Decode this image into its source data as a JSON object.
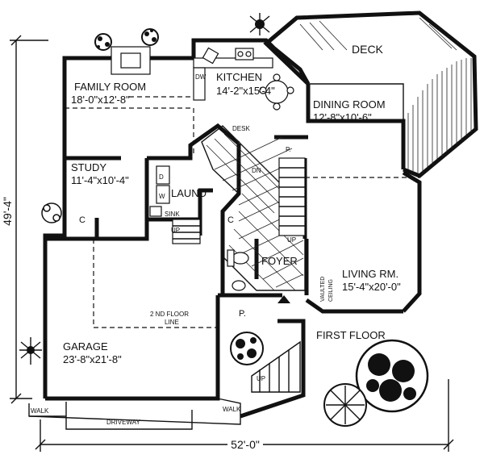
{
  "floor_label": "FIRST FLOOR",
  "dimensions": {
    "width": "52'-0\"",
    "depth": "49'-4\""
  },
  "rooms": {
    "deck": {
      "name": "DECK"
    },
    "family_room": {
      "name": "FAMILY ROOM",
      "size": "18'-0\"x12'-8\""
    },
    "kitchen": {
      "name": "KITCHEN",
      "size": "14'-2\"x15'-4\""
    },
    "dining_room": {
      "name": "DINING ROOM",
      "size": "12'-8\"x10'-6\""
    },
    "study": {
      "name": "STUDY",
      "size": "11'-4\"x10'-4\""
    },
    "laundry": {
      "name": "LAUND"
    },
    "foyer": {
      "name": "FOYER"
    },
    "living_room": {
      "name": "LIVING RM.",
      "size": "15'-4\"x20'-0\""
    },
    "garage": {
      "name": "GARAGE",
      "size": "23'-8\"x21'-8\""
    }
  },
  "labels": {
    "dw": "DW",
    "desk": "DESK",
    "dn": "DN",
    "d": "D",
    "w": "W",
    "sink": "SINK",
    "up_laundry": "UP",
    "up_foyer": "UP",
    "up_porch": "UP",
    "closet_study": "C",
    "closet_foyer": "C",
    "pantry": "P.",
    "porch": "P.",
    "vaulted_line1": "VAULTED",
    "vaulted_line2": "CEILING",
    "second_floor_line1": "2 ND FLOOR",
    "second_floor_line2": "LINE",
    "walk_left": "WALK",
    "walk_right": "WALK",
    "driveway": "DRIVEWAY"
  }
}
